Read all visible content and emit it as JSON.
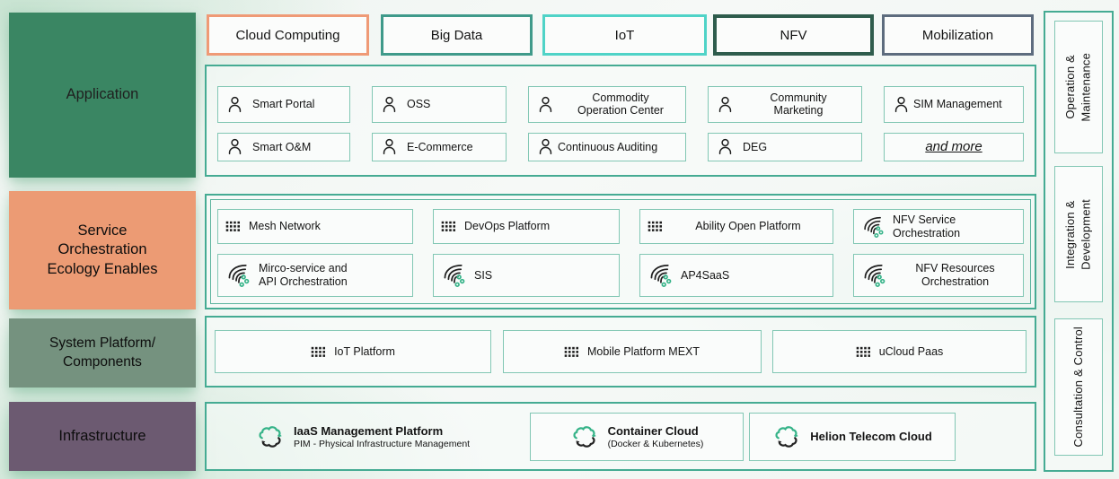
{
  "colors": {
    "container_border": "#45ab93",
    "item_border": "#82c7b4",
    "application_bg": "#3a8663",
    "service_bg": "#ec9b74",
    "system_bg": "#75927f",
    "infrastructure_bg": "#6c5a71",
    "tab_cloud_border": "#ef9a76",
    "tab_bigdata_border": "#3f9a8a",
    "tab_iot_border": "#4fd3c7",
    "tab_nfv_border": "#2e5c4c",
    "tab_mobilization_border": "#5d6c7e",
    "icon_accent_green": "#35b388",
    "icon_ink": "#1f1f1f"
  },
  "tabs": [
    {
      "label": "Cloud Computing"
    },
    {
      "label": "Big Data"
    },
    {
      "label": "IoT"
    },
    {
      "label": "NFV"
    },
    {
      "label": "Mobilization"
    }
  ],
  "left_labels": {
    "application": "Application",
    "service": "Service\nOrchestration\nEcology Enables",
    "system": "System Platform/\nComponents",
    "infrastructure": "Infrastructure"
  },
  "application": {
    "items": [
      {
        "label": "Smart Portal",
        "icon": "person-icon"
      },
      {
        "label": "OSS",
        "icon": "person-icon"
      },
      {
        "label": "Commodity\nOperation Center",
        "icon": "person-icon"
      },
      {
        "label": "Community\nMarketing",
        "icon": "person-icon"
      },
      {
        "label": "SIM Management",
        "icon": "person-icon"
      },
      {
        "label": "Smart O&M",
        "icon": "person-icon"
      },
      {
        "label": "E-Commerce",
        "icon": "person-icon"
      },
      {
        "label": "Continuous Auditing",
        "icon": "person-icon"
      },
      {
        "label": "DEG",
        "icon": "person-icon"
      },
      {
        "label": "and more",
        "icon": "none"
      }
    ]
  },
  "service": {
    "items": [
      {
        "label": "Mesh Network",
        "icon": "grid-icon"
      },
      {
        "label": "DevOps Platform",
        "icon": "grid-icon"
      },
      {
        "label": "Ability Open Platform",
        "icon": "grid-icon"
      },
      {
        "label": "NFV Service\nOrchestration",
        "icon": "swoosh-icon"
      },
      {
        "label": "Mirco-service and\nAPI Orchestration",
        "icon": "swoosh-icon"
      },
      {
        "label": "SIS",
        "icon": "swoosh-icon"
      },
      {
        "label": "AP4SaaS",
        "icon": "swoosh-icon"
      },
      {
        "label": "NFV Resources\nOrchestration",
        "icon": "swoosh-icon"
      }
    ]
  },
  "system": {
    "items": [
      {
        "label": "IoT Platform",
        "icon": "grid-icon"
      },
      {
        "label": "Mobile Platform MEXT",
        "icon": "grid-icon"
      },
      {
        "label": "uCloud Paas",
        "icon": "grid-icon"
      }
    ]
  },
  "infrastructure": {
    "items": [
      {
        "title": "IaaS Management Platform",
        "subtitle": "PIM - Physical Infrastructure Management",
        "icon": "cloud-icon"
      },
      {
        "title": "Container Cloud",
        "subtitle": "(Docker & Kubernetes)",
        "icon": "cloud-icon"
      },
      {
        "title": "Helion Telecom Cloud",
        "subtitle": "",
        "icon": "cloud-icon"
      }
    ]
  },
  "side_labels": [
    "Operation &\nMaintenance",
    "Integration &\nDevelopment",
    "Consultation & Control"
  ]
}
